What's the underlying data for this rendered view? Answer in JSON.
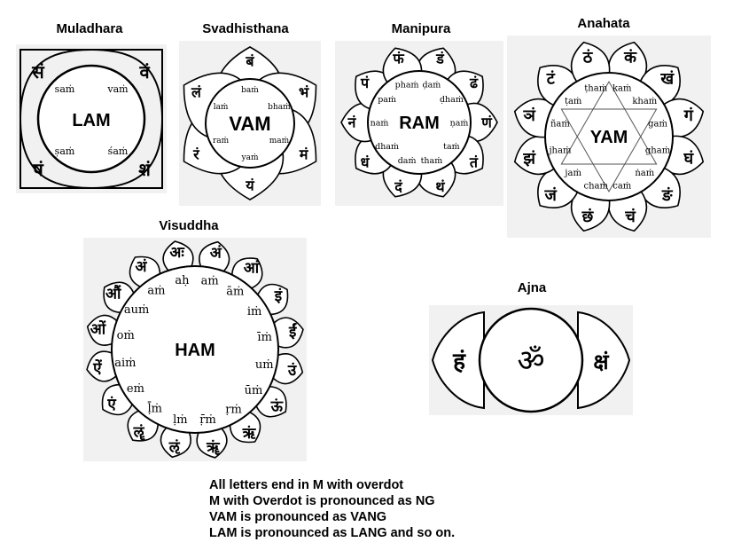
{
  "chakras": [
    {
      "key": "muladhara",
      "name": "Muladhara",
      "center": "LAM",
      "petals": [
        {
          "dev": "वं",
          "roman": "vaṁ"
        },
        {
          "dev": "शं",
          "roman": "śaṁ"
        },
        {
          "dev": "षं",
          "roman": "ṣaṁ"
        },
        {
          "dev": "सं",
          "roman": "saṁ"
        }
      ]
    },
    {
      "key": "svadhisthana",
      "name": "Svadhisthana",
      "center": "VAM",
      "petals": [
        {
          "dev": "बं",
          "roman": "baṁ"
        },
        {
          "dev": "भं",
          "roman": "bhaṁ"
        },
        {
          "dev": "मं",
          "roman": "maṁ"
        },
        {
          "dev": "यं",
          "roman": "yaṁ"
        },
        {
          "dev": "रं",
          "roman": "raṁ"
        },
        {
          "dev": "लं",
          "roman": "laṁ"
        }
      ]
    },
    {
      "key": "manipura",
      "name": "Manipura",
      "center": "RAM",
      "petals": [
        {
          "dev": "डं",
          "roman": "ḍaṁ"
        },
        {
          "dev": "ढं",
          "roman": "ḍhaṁ"
        },
        {
          "dev": "णं",
          "roman": "ṇaṁ"
        },
        {
          "dev": "तं",
          "roman": "taṁ"
        },
        {
          "dev": "थं",
          "roman": "thaṁ"
        },
        {
          "dev": "दं",
          "roman": "daṁ"
        },
        {
          "dev": "धं",
          "roman": "dhaṁ"
        },
        {
          "dev": "नं",
          "roman": "naṁ"
        },
        {
          "dev": "पं",
          "roman": "paṁ"
        },
        {
          "dev": "फं",
          "roman": "phaṁ"
        }
      ]
    },
    {
      "key": "anahata",
      "name": "Anahata",
      "center": "YAM",
      "petals": [
        {
          "dev": "कं",
          "roman": "kaṁ"
        },
        {
          "dev": "खं",
          "roman": "khaṁ"
        },
        {
          "dev": "गं",
          "roman": "gaṁ"
        },
        {
          "dev": "घं",
          "roman": "ghaṁ"
        },
        {
          "dev": "ङं",
          "roman": "ṅaṁ"
        },
        {
          "dev": "चं",
          "roman": "caṁ"
        },
        {
          "dev": "छं",
          "roman": "chaṁ"
        },
        {
          "dev": "जं",
          "roman": "jaṁ"
        },
        {
          "dev": "झं",
          "roman": "jhaṁ"
        },
        {
          "dev": "ञं",
          "roman": "ñaṁ"
        },
        {
          "dev": "टं",
          "roman": "ṭaṁ"
        },
        {
          "dev": "ठं",
          "roman": "ṭhaṁ"
        }
      ]
    },
    {
      "key": "visuddha",
      "name": "Visuddha",
      "center": "HAM",
      "petals": [
        {
          "dev": "अं",
          "roman": "aṁ"
        },
        {
          "dev": "आं",
          "roman": "āṁ"
        },
        {
          "dev": "इं",
          "roman": "iṁ"
        },
        {
          "dev": "ईं",
          "roman": "īṁ"
        },
        {
          "dev": "उं",
          "roman": "uṁ"
        },
        {
          "dev": "ऊं",
          "roman": "ūṁ"
        },
        {
          "dev": "ऋं",
          "roman": "ṛṁ"
        },
        {
          "dev": "ॠं",
          "roman": "ṝṁ"
        },
        {
          "dev": "ऌं",
          "roman": "ḷṁ"
        },
        {
          "dev": "ॡं",
          "roman": "ḹṁ"
        },
        {
          "dev": "एं",
          "roman": "eṁ"
        },
        {
          "dev": "ऐं",
          "roman": "aiṁ"
        },
        {
          "dev": "ओं",
          "roman": "oṁ"
        },
        {
          "dev": "औं",
          "roman": "auṁ"
        },
        {
          "dev": "अं",
          "roman": "aṁ"
        },
        {
          "dev": "अः",
          "roman": "aḥ"
        }
      ]
    },
    {
      "key": "ajna",
      "name": "Ajna",
      "center": "ॐ",
      "petals": [
        {
          "dev": "हं",
          "roman": ""
        },
        {
          "dev": "क्षं",
          "roman": ""
        }
      ]
    }
  ],
  "notes": [
    "All letters end in M with overdot",
    "M with Overdot is pronounced as NG",
    "VAM is pronounced as VANG",
    "LAM is pronounced as LANG and so on."
  ]
}
